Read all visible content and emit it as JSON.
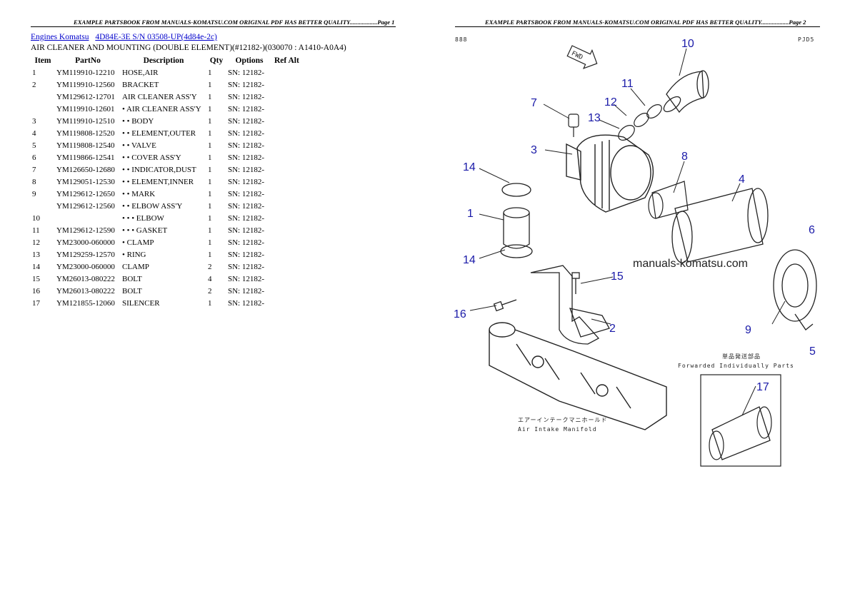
{
  "header": {
    "page1": "EXAMPLE PARTSBOOK FROM MANUALS-KOMATSU.COM ORIGINAL PDF HAS BETTER QUALITY..................Page 1",
    "page2": "EXAMPLE PARTSBOOK FROM MANUALS-KOMATSU.COM ORIGINAL PDF HAS BETTER QUALITY..................Page 2"
  },
  "breadcrumb": {
    "link1": "Engines Komatsu",
    "link2": "4D84E-3E S/N 03508-UP(4d84e-2c)"
  },
  "subtitle": "AIR CLEANER AND MOUNTING (DOUBLE ELEMENT)(#12182-)(030070 : A1410-A0A4)",
  "table": {
    "headers": [
      "Item",
      "PartNo",
      "Description",
      "Qty",
      "Options",
      "Ref Alt"
    ],
    "rows": [
      {
        "item": "1",
        "part": "YM119910-12210",
        "desc": "HOSE,AIR",
        "qty": "1",
        "opt": "SN: 12182-"
      },
      {
        "item": "2",
        "part": "YM119910-12560",
        "desc": "BRACKET",
        "qty": "1",
        "opt": "SN: 12182-"
      },
      {
        "item": "",
        "part": "YM129612-12701",
        "desc": "AIR CLEANER ASS'Y",
        "qty": "1",
        "opt": "SN: 12182-"
      },
      {
        "item": "",
        "part": "YM119910-12601",
        "desc": "• AIR CLEANER ASS'Y",
        "qty": "1",
        "opt": "SN: 12182-"
      },
      {
        "item": "3",
        "part": "YM119910-12510",
        "desc": "• • BODY",
        "qty": "1",
        "opt": "SN: 12182-"
      },
      {
        "item": "4",
        "part": "YM119808-12520",
        "desc": "• • ELEMENT,OUTER",
        "qty": "1",
        "opt": "SN: 12182-"
      },
      {
        "item": "5",
        "part": "YM119808-12540",
        "desc": "• • VALVE",
        "qty": "1",
        "opt": "SN: 12182-"
      },
      {
        "item": "6",
        "part": "YM119866-12541",
        "desc": "• • COVER ASS'Y",
        "qty": "1",
        "opt": "SN: 12182-"
      },
      {
        "item": "7",
        "part": "YM126650-12680",
        "desc": "• • INDICATOR,DUST",
        "qty": "1",
        "opt": "SN: 12182-"
      },
      {
        "item": "8",
        "part": "YM129051-12530",
        "desc": "• • ELEMENT,INNER",
        "qty": "1",
        "opt": "SN: 12182-"
      },
      {
        "item": "9",
        "part": "YM129612-12650",
        "desc": "• • MARK",
        "qty": "1",
        "opt": "SN: 12182-"
      },
      {
        "item": "",
        "part": "YM129612-12560",
        "desc": "• • ELBOW ASS'Y",
        "qty": "1",
        "opt": "SN: 12182-"
      },
      {
        "item": "10",
        "part": "",
        "desc": "• • • ELBOW",
        "qty": "1",
        "opt": "SN: 12182-"
      },
      {
        "item": "11",
        "part": "YM129612-12590",
        "desc": "• • • GASKET",
        "qty": "1",
        "opt": "SN: 12182-"
      },
      {
        "item": "12",
        "part": "YM23000-060000",
        "desc": "• CLAMP",
        "qty": "1",
        "opt": "SN: 12182-"
      },
      {
        "item": "13",
        "part": "YM129259-12570",
        "desc": "• RING",
        "qty": "1",
        "opt": "SN: 12182-"
      },
      {
        "item": "14",
        "part": "YM23000-060000",
        "desc": "CLAMP",
        "qty": "2",
        "opt": "SN: 12182-"
      },
      {
        "item": "15",
        "part": "YM26013-080222",
        "desc": "BOLT",
        "qty": "4",
        "opt": "SN: 12182-"
      },
      {
        "item": "16",
        "part": "YM26013-080222",
        "desc": "BOLT",
        "qty": "2",
        "opt": "SN: 12182-"
      },
      {
        "item": "17",
        "part": "YM121855-12060",
        "desc": "SILENCER",
        "qty": "1",
        "opt": "SN: 12182-"
      }
    ]
  },
  "diagram": {
    "corner_left": "888",
    "corner_right": "PJD5",
    "fwd_label": "FWD",
    "watermark": "manuals-komatsu.com",
    "forwarded_jp": "単品発送部品",
    "forwarded_en": "Forwarded Individually Parts",
    "manifold_jp": "エアーインテークマニホールド",
    "manifold_en": "Air Intake Manifold",
    "callouts": [
      "10",
      "11",
      "12",
      "7",
      "13",
      "3",
      "8",
      "4",
      "14",
      "1",
      "6",
      "14",
      "15",
      "16",
      "2",
      "9",
      "5",
      "17"
    ]
  }
}
